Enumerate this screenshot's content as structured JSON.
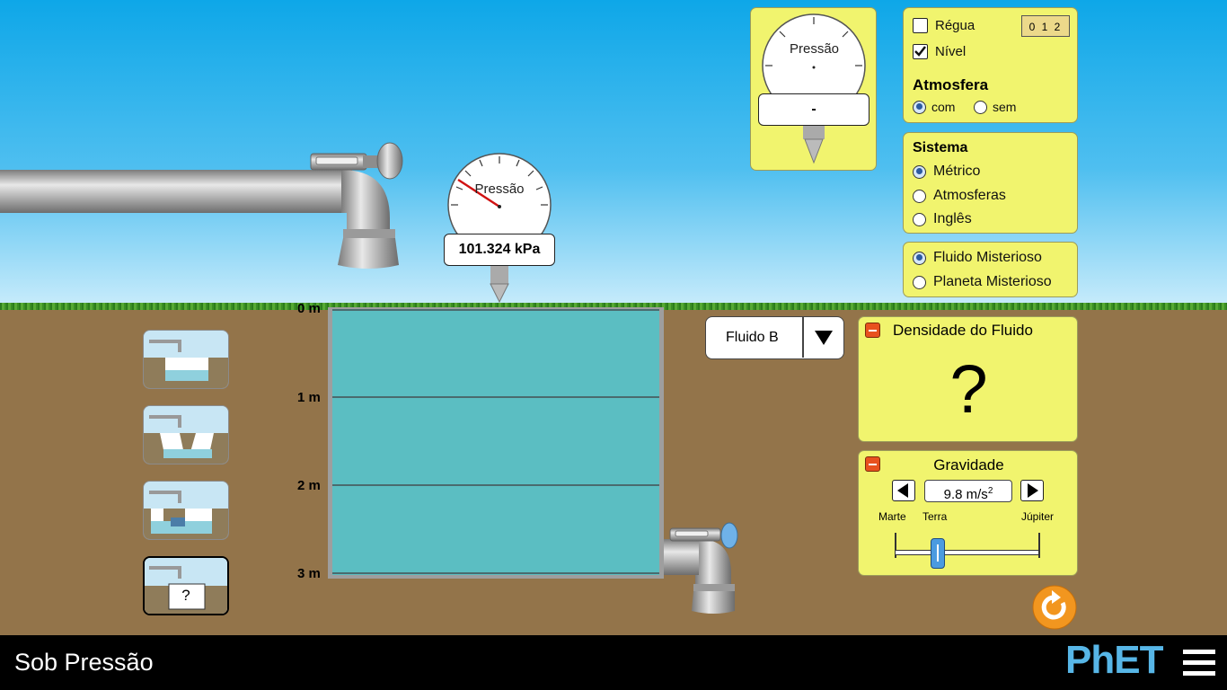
{
  "app": {
    "title": "Sob Pressão",
    "logo": "PhET",
    "menu_icon": "hamburger-menu-icon"
  },
  "pressure_gauge_main": {
    "label": "Pressão",
    "readout": "101.324 kPa"
  },
  "pressure_gauge_toolbox": {
    "label": "Pressão",
    "readout": "-"
  },
  "top_panel": {
    "ruler_label": "Régua",
    "ruler_checked": false,
    "ruler_icon_ticks": "0 1 2",
    "level_label": "Nível",
    "level_checked": true,
    "atmosphere_title": "Atmosfera",
    "atmosphere_on": "com",
    "atmosphere_off": "sem",
    "atmosphere_selected": "com"
  },
  "units_panel": {
    "title": "Sistema",
    "options": [
      "Métrico",
      "Atmosferas",
      "Inglês"
    ],
    "selected": "Métrico"
  },
  "mystery_panel": {
    "options": [
      "Fluido Misterioso",
      "Planeta Misterioso"
    ],
    "selected": "Fluido Misterioso"
  },
  "fluid_combo": {
    "value": "Fluido B"
  },
  "fluid_density_panel": {
    "title": "Densidade do Fluido",
    "value": "?"
  },
  "gravity_panel": {
    "title": "Gravidade",
    "value": "9.8 m/s",
    "exponent": "2",
    "slider_labels": [
      "Marte",
      "Terra",
      "Júpiter"
    ],
    "slider_fraction": 0.3
  },
  "depth_labels": [
    "0 m",
    "1 m",
    "2 m",
    "3 m"
  ],
  "scene_buttons": [
    {
      "name": "scene-square-pool",
      "label": ""
    },
    {
      "name": "scene-trapezoid-pool",
      "label": ""
    },
    {
      "name": "scene-chamber-pool",
      "label": ""
    },
    {
      "name": "scene-mystery-pool",
      "label": "?"
    }
  ],
  "colors": {
    "water": "#5bbec2",
    "panel": "#f1f46e",
    "ground": "#93744a",
    "reset": "#f2961f",
    "navbar": "#000000"
  }
}
